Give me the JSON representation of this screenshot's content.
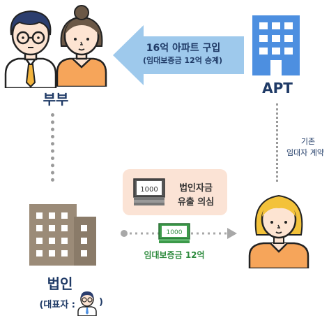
{
  "labels": {
    "couple": "부부",
    "apt": "APT",
    "corp": "법인",
    "rep_open": "(대표자 :",
    "rep_close": ")"
  },
  "arrow_top": {
    "line1": "16억 아파트 구입",
    "line2": "(임대보증금 12억 승계)"
  },
  "right_note": {
    "line1": "기존",
    "line2": "임대자 계약"
  },
  "suspicion": {
    "line1": "법인자금",
    "line2": "유출 의심"
  },
  "money_label": "임대보증금 12억",
  "money_bill_text": "1000",
  "colors": {
    "arrow_blue": "#9ec9ec",
    "navy_text": "#1f3a66",
    "green_text": "#2e8b3e",
    "peach_box": "#fbe3d5",
    "building_brown": "#9b8b78",
    "apt_blue": "#4d8fe0",
    "woman_orange": "#f6a55a"
  },
  "icons": [
    "man-icon",
    "woman-icon",
    "apartment-icon",
    "corporate-building-icon",
    "tenant-woman-icon",
    "money-stack-icon",
    "cash-bundle-icon",
    "representative-avatar-icon",
    "arrow-icon"
  ]
}
